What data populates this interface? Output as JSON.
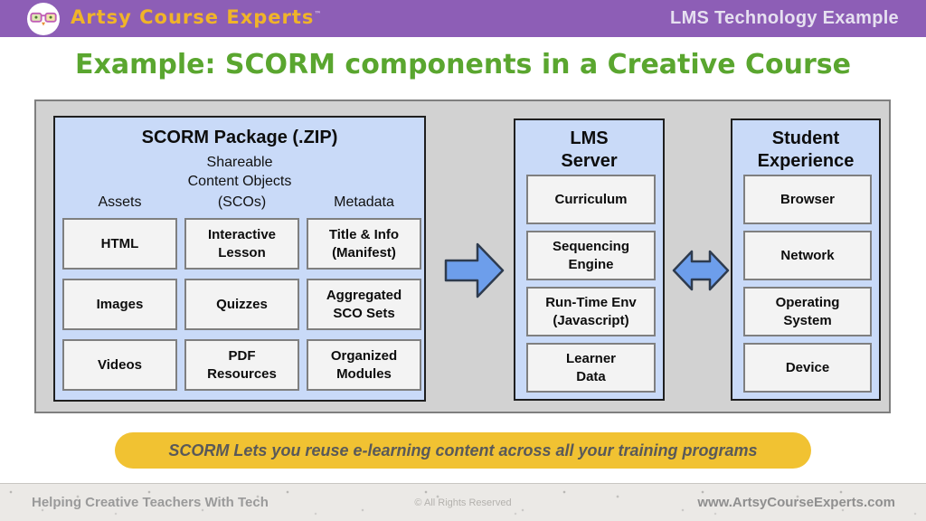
{
  "header": {
    "brand": "Artsy Course Experts",
    "brand_mark": "™",
    "title": "LMS Technology Example",
    "bg_color": "#8d5eb6",
    "brand_color": "#f0b429"
  },
  "page_title": "Example: SCORM components in a Creative Course",
  "colors": {
    "title_green": "#5aa62f",
    "panel_gray": "#d2d2d2",
    "box_blue": "#c9daf8",
    "cell_gray": "#f3f3f3",
    "arrow_blue": "#6d9eeb",
    "banner_yellow": "#f1c232"
  },
  "diagram": {
    "scorm_package": {
      "title": "SCORM Package (.ZIP)",
      "subtitle": [
        "Shareable",
        "Content Objects"
      ],
      "columns": [
        {
          "header": "Assets",
          "cells": [
            "HTML",
            "Images",
            "Videos"
          ]
        },
        {
          "header": "(SCOs)",
          "cells": [
            [
              "Interactive",
              "Lesson"
            ],
            "Quizzes",
            [
              "PDF",
              "Resources"
            ]
          ]
        },
        {
          "header": "Metadata",
          "cells": [
            [
              "Title & Info",
              "(Manifest)"
            ],
            [
              "Aggregated",
              "SCO Sets"
            ],
            [
              "Organized",
              "Modules"
            ]
          ]
        }
      ]
    },
    "lms_server": {
      "title": [
        "LMS",
        "Server"
      ],
      "cells": [
        "Curriculum",
        [
          "Sequencing",
          "Engine"
        ],
        [
          "Run-Time Env",
          "(Javascript)"
        ],
        [
          "Learner",
          "Data"
        ]
      ]
    },
    "student_experience": {
      "title": [
        "Student",
        "Experience"
      ],
      "cells": [
        "Browser",
        "Network",
        [
          "Operating",
          "System"
        ],
        "Device"
      ]
    },
    "arrows": [
      "right-arrow",
      "left-right-arrow"
    ]
  },
  "banner": {
    "text": "SCORM Lets you reuse e-learning content across all your training programs"
  },
  "footer": {
    "left": "Helping Creative Teachers With Tech",
    "center": "© All Rights Reserved",
    "right": "www.ArtsyCourseExperts.com"
  }
}
